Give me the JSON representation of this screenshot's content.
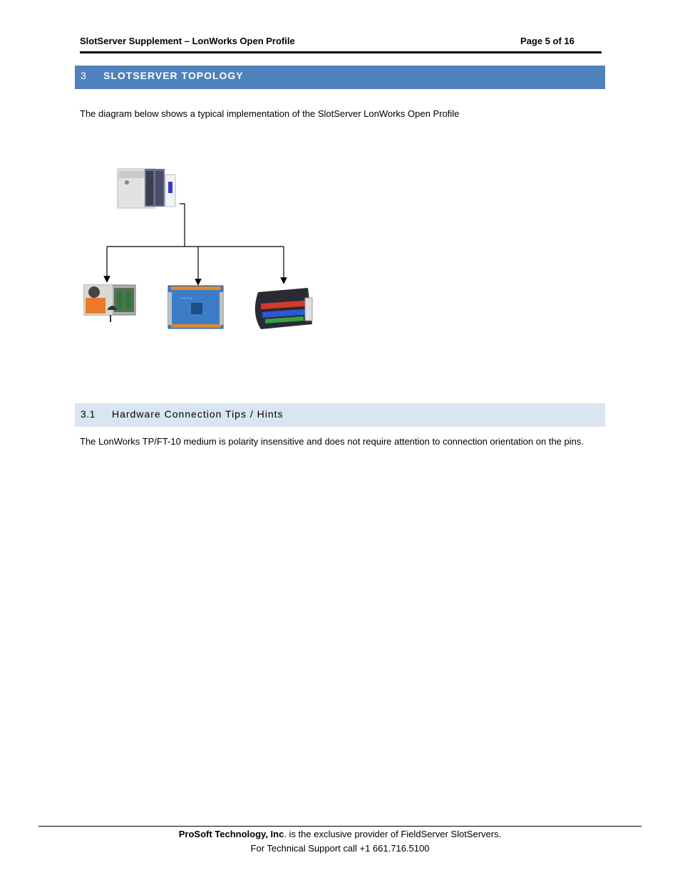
{
  "header": {
    "title": "SlotServer Supplement – LonWorks Open Profile",
    "page": "Page 5 of 16"
  },
  "section3": {
    "number": "3",
    "title": "SLOTSERVER TOPOLOGY",
    "intro": "The diagram below shows a typical implementation of the SlotServer LonWorks Open Profile"
  },
  "diagram": {
    "devices": [
      "plc-controller",
      "actuator-controller",
      "io-module",
      "gateway-device"
    ],
    "colors": {
      "line": "#000000",
      "actuator": "#e87a2a",
      "io_board": "#3d7dc8",
      "gateway_dark": "#2b2b35"
    }
  },
  "section3_1": {
    "number": "3.1",
    "title": "Hardware Connection Tips / Hints",
    "text": "The LonWorks TP/FT-10 medium is polarity insensitive and does not require attention to connection orientation on the pins."
  },
  "footer": {
    "company": "ProSoft Technology, Inc",
    "company_rest": ". is the exclusive provider of FieldServer SlotServers.",
    "support": "For Technical Support call +1 661.716.5100"
  }
}
